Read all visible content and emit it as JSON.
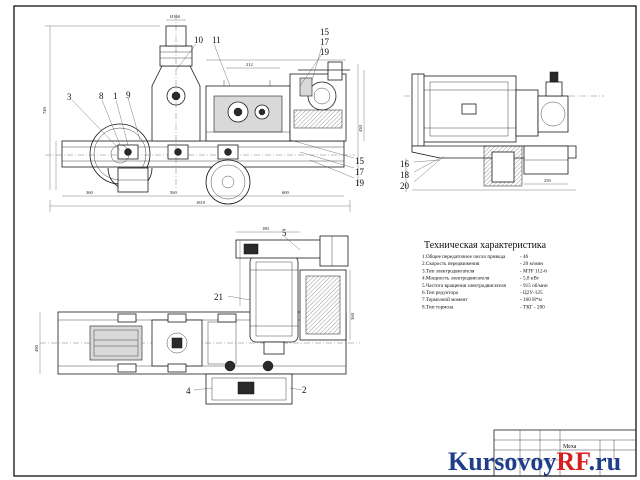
{
  "callouts": {
    "top_left": [
      "3",
      "8",
      "1",
      "9"
    ],
    "top_mid": [
      "10",
      "11"
    ],
    "top_right_upper": [
      "15",
      "17",
      "19"
    ],
    "top_right_lower": [
      "15",
      "17",
      "19"
    ],
    "side_view": [
      "16",
      "18",
      "20"
    ],
    "plan_view": {
      "top": "5",
      "left": "21",
      "bottom_left": "4",
      "bottom_right": "2"
    }
  },
  "dimensions": {
    "top_width_label": "1810",
    "top_height_label": "740"
  },
  "specs": {
    "title": "Техническая характеристика",
    "lines": [
      {
        "label": "1.Общее передаточное число привода",
        "value": "- 46"
      },
      {
        "label": "2.Скорость передвижения",
        "value": "- 20 м/мин"
      },
      {
        "label": "3.Тип электродвигателя",
        "value": "- МТF 112-6"
      },
      {
        "label": "4.Мощность электродвигателя",
        "value": "- 5,8 кВт"
      },
      {
        "label": "5.Частота вращения электродвигателя",
        "value": "- 915 об/мин"
      },
      {
        "label": "6.Тип редуктора",
        "value": "- Ц2У-125"
      },
      {
        "label": "7.Тормозной момент",
        "value": "- 160 Н*м"
      },
      {
        "label": "8.Тип тормоза",
        "value": "- ТКГ - 200"
      }
    ]
  },
  "title_block": {
    "name_fragment": "Меха"
  },
  "watermark": {
    "prefix": "Kursovoy",
    "accent": "RF",
    "suffix": ".ru",
    "accent_color": "#d62020",
    "text_color": "#1f3e8a"
  }
}
